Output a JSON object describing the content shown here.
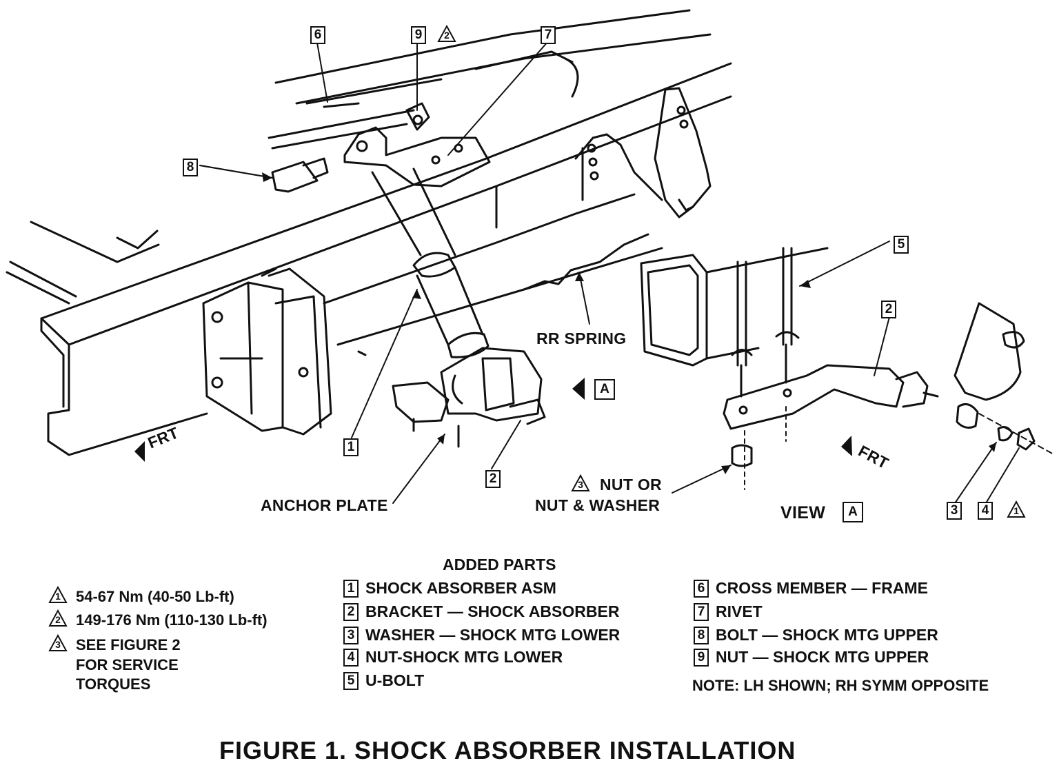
{
  "callouts": {
    "c6": "6",
    "c9": "9",
    "c2top": "2",
    "c7": "7",
    "c8": "8",
    "c1": "1",
    "c2mid": "2",
    "c5": "5",
    "c2view": "2",
    "c3": "3",
    "c4": "4",
    "c1tri": "1",
    "cA_view": "A",
    "cA_arrow": "A"
  },
  "labels": {
    "rr_spring": "RR SPRING",
    "frt_left": "FRT",
    "frt_right": "FRT",
    "anchor_plate": "ANCHOR PLATE",
    "nut_or": "NUT OR",
    "nut_washer": "NUT & WASHER",
    "nut_tri": "3",
    "view": "VIEW"
  },
  "torques": [
    {
      "num": "1",
      "text": "54-67 Nm (40-50 Lb-ft)"
    },
    {
      "num": "2",
      "text": "149-176 Nm (110-130 Lb-ft)"
    },
    {
      "num": "3",
      "text": "SEE FIGURE 2"
    }
  ],
  "torque_cont": [
    "FOR SERVICE",
    "TORQUES"
  ],
  "added_parts": {
    "title": "ADDED PARTS",
    "left": [
      {
        "num": "1",
        "text": "SHOCK ABSORBER ASM"
      },
      {
        "num": "2",
        "text": "BRACKET — SHOCK ABSORBER"
      },
      {
        "num": "3",
        "text": "WASHER — SHOCK MTG LOWER"
      },
      {
        "num": "4",
        "text": "NUT-SHOCK MTG LOWER"
      },
      {
        "num": "5",
        "text": "U-BOLT"
      }
    ],
    "right": [
      {
        "num": "6",
        "text": "CROSS MEMBER — FRAME"
      },
      {
        "num": "7",
        "text": "RIVET"
      },
      {
        "num": "8",
        "text": "BOLT — SHOCK MTG UPPER"
      },
      {
        "num": "9",
        "text": "NUT — SHOCK MTG UPPER"
      }
    ],
    "note": "NOTE: LH SHOWN; RH SYMM OPPOSITE"
  },
  "figure_title": "FIGURE 1. SHOCK ABSORBER INSTALLATION"
}
